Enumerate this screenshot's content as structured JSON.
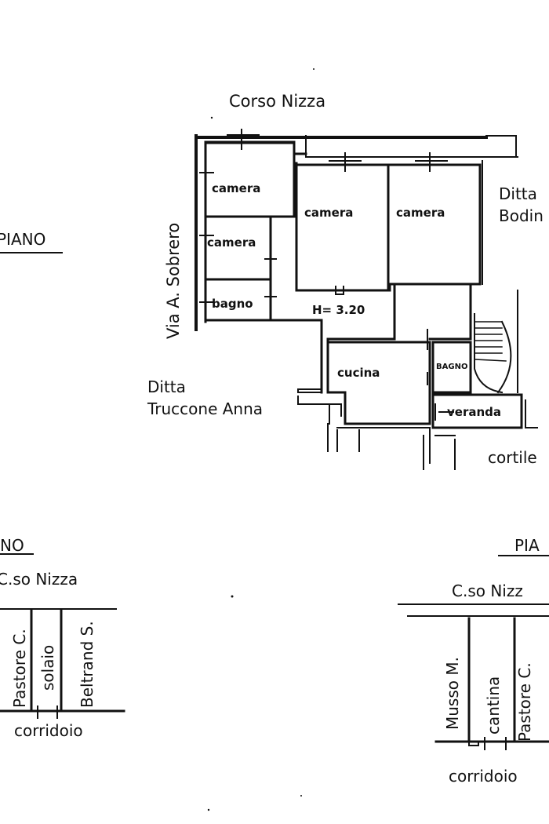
{
  "main_plan": {
    "street_top": "Corso Nizza",
    "street_left": "Via A. Sobrero",
    "neighbor_right_line1": "Ditta",
    "neighbor_right_line2": "Bodin",
    "neighbor_left_line1": "Ditta",
    "neighbor_left_line2": "Truccone Anna",
    "courtyard": "cortile",
    "height_note": "H= 3.20",
    "rooms": {
      "camera_1": "camera",
      "camera_2": "camera",
      "camera_3": "camera",
      "camera_4": "camera",
      "bagno": "bagno",
      "cucina": "cucina",
      "bagno_small": "BAGNO",
      "veranda": "veranda"
    }
  },
  "floor_label_top": "PIANO",
  "solaio_plan": {
    "title": "NO",
    "street": "C.so Nizza",
    "neighbor_left": "Pastore C.",
    "unit": "solaio",
    "neighbor_right": "Beltrand S.",
    "corridor": "corridoio"
  },
  "cantina_plan": {
    "title": "PIA",
    "street": "C.so Nizz",
    "neighbor_left": "Musso M.",
    "unit": "cantina",
    "neighbor_right": "Pastore C.",
    "corridor": "corridoio"
  }
}
